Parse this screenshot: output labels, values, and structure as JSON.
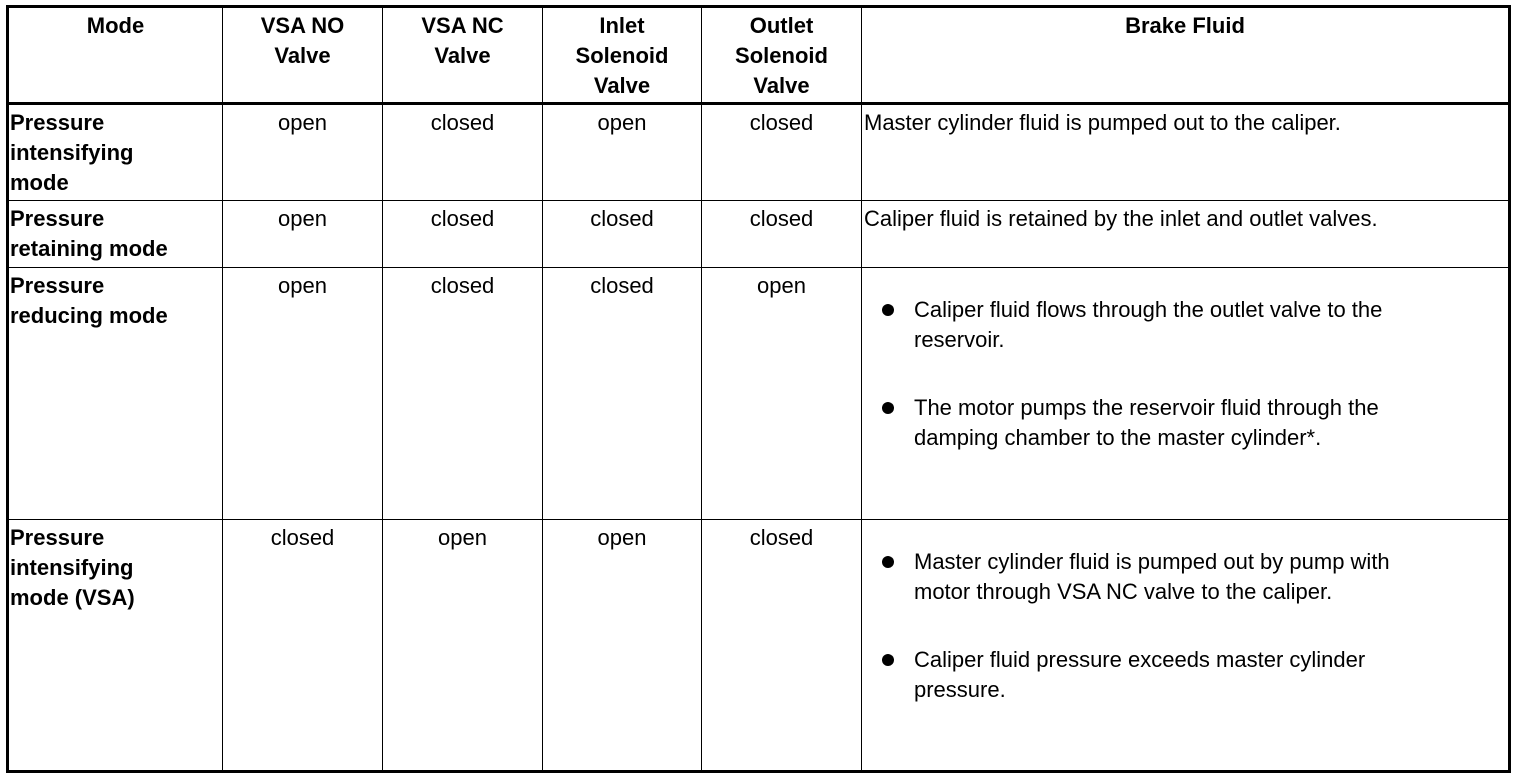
{
  "headers": {
    "mode": "Mode",
    "vsa_no": [
      "VSA NO",
      "Valve"
    ],
    "vsa_nc": [
      "VSA NC",
      "Valve"
    ],
    "inlet": [
      "Inlet",
      "Solenoid",
      "Valve"
    ],
    "outlet": [
      "Outlet",
      "Solenoid",
      "Valve"
    ],
    "brake_fluid": "Brake Fluid"
  },
  "rows": [
    {
      "mode": [
        "Pressure",
        "intensifying",
        "mode"
      ],
      "vsa_no": "open",
      "vsa_nc": "closed",
      "inlet": "open",
      "outlet": "closed",
      "fluid_text": "Master cylinder fluid is pumped out to the caliper.",
      "fluid_bullets": []
    },
    {
      "mode": [
        "Pressure",
        "retaining mode"
      ],
      "vsa_no": "open",
      "vsa_nc": "closed",
      "inlet": "closed",
      "outlet": "closed",
      "fluid_text": "Caliper fluid is retained by the inlet and outlet valves.",
      "fluid_bullets": []
    },
    {
      "mode": [
        "Pressure",
        "reducing mode"
      ],
      "vsa_no": "open",
      "vsa_nc": "closed",
      "inlet": "closed",
      "outlet": "open",
      "fluid_text": "",
      "fluid_bullets": [
        [
          "Caliper fluid flows through the outlet valve to the",
          "reservoir."
        ],
        [
          "The motor pumps the reservoir fluid through the",
          "damping chamber to the master cylinder*."
        ]
      ]
    },
    {
      "mode": [
        "Pressure",
        "intensifying",
        "mode (VSA)"
      ],
      "vsa_no": "closed",
      "vsa_nc": "open",
      "inlet": "open",
      "outlet": "closed",
      "fluid_text": "",
      "fluid_bullets": [
        [
          "Master cylinder fluid is pumped out by pump with",
          "motor through VSA NC valve to the caliper."
        ],
        [
          "Caliper fluid pressure exceeds master cylinder",
          "pressure."
        ]
      ]
    }
  ]
}
